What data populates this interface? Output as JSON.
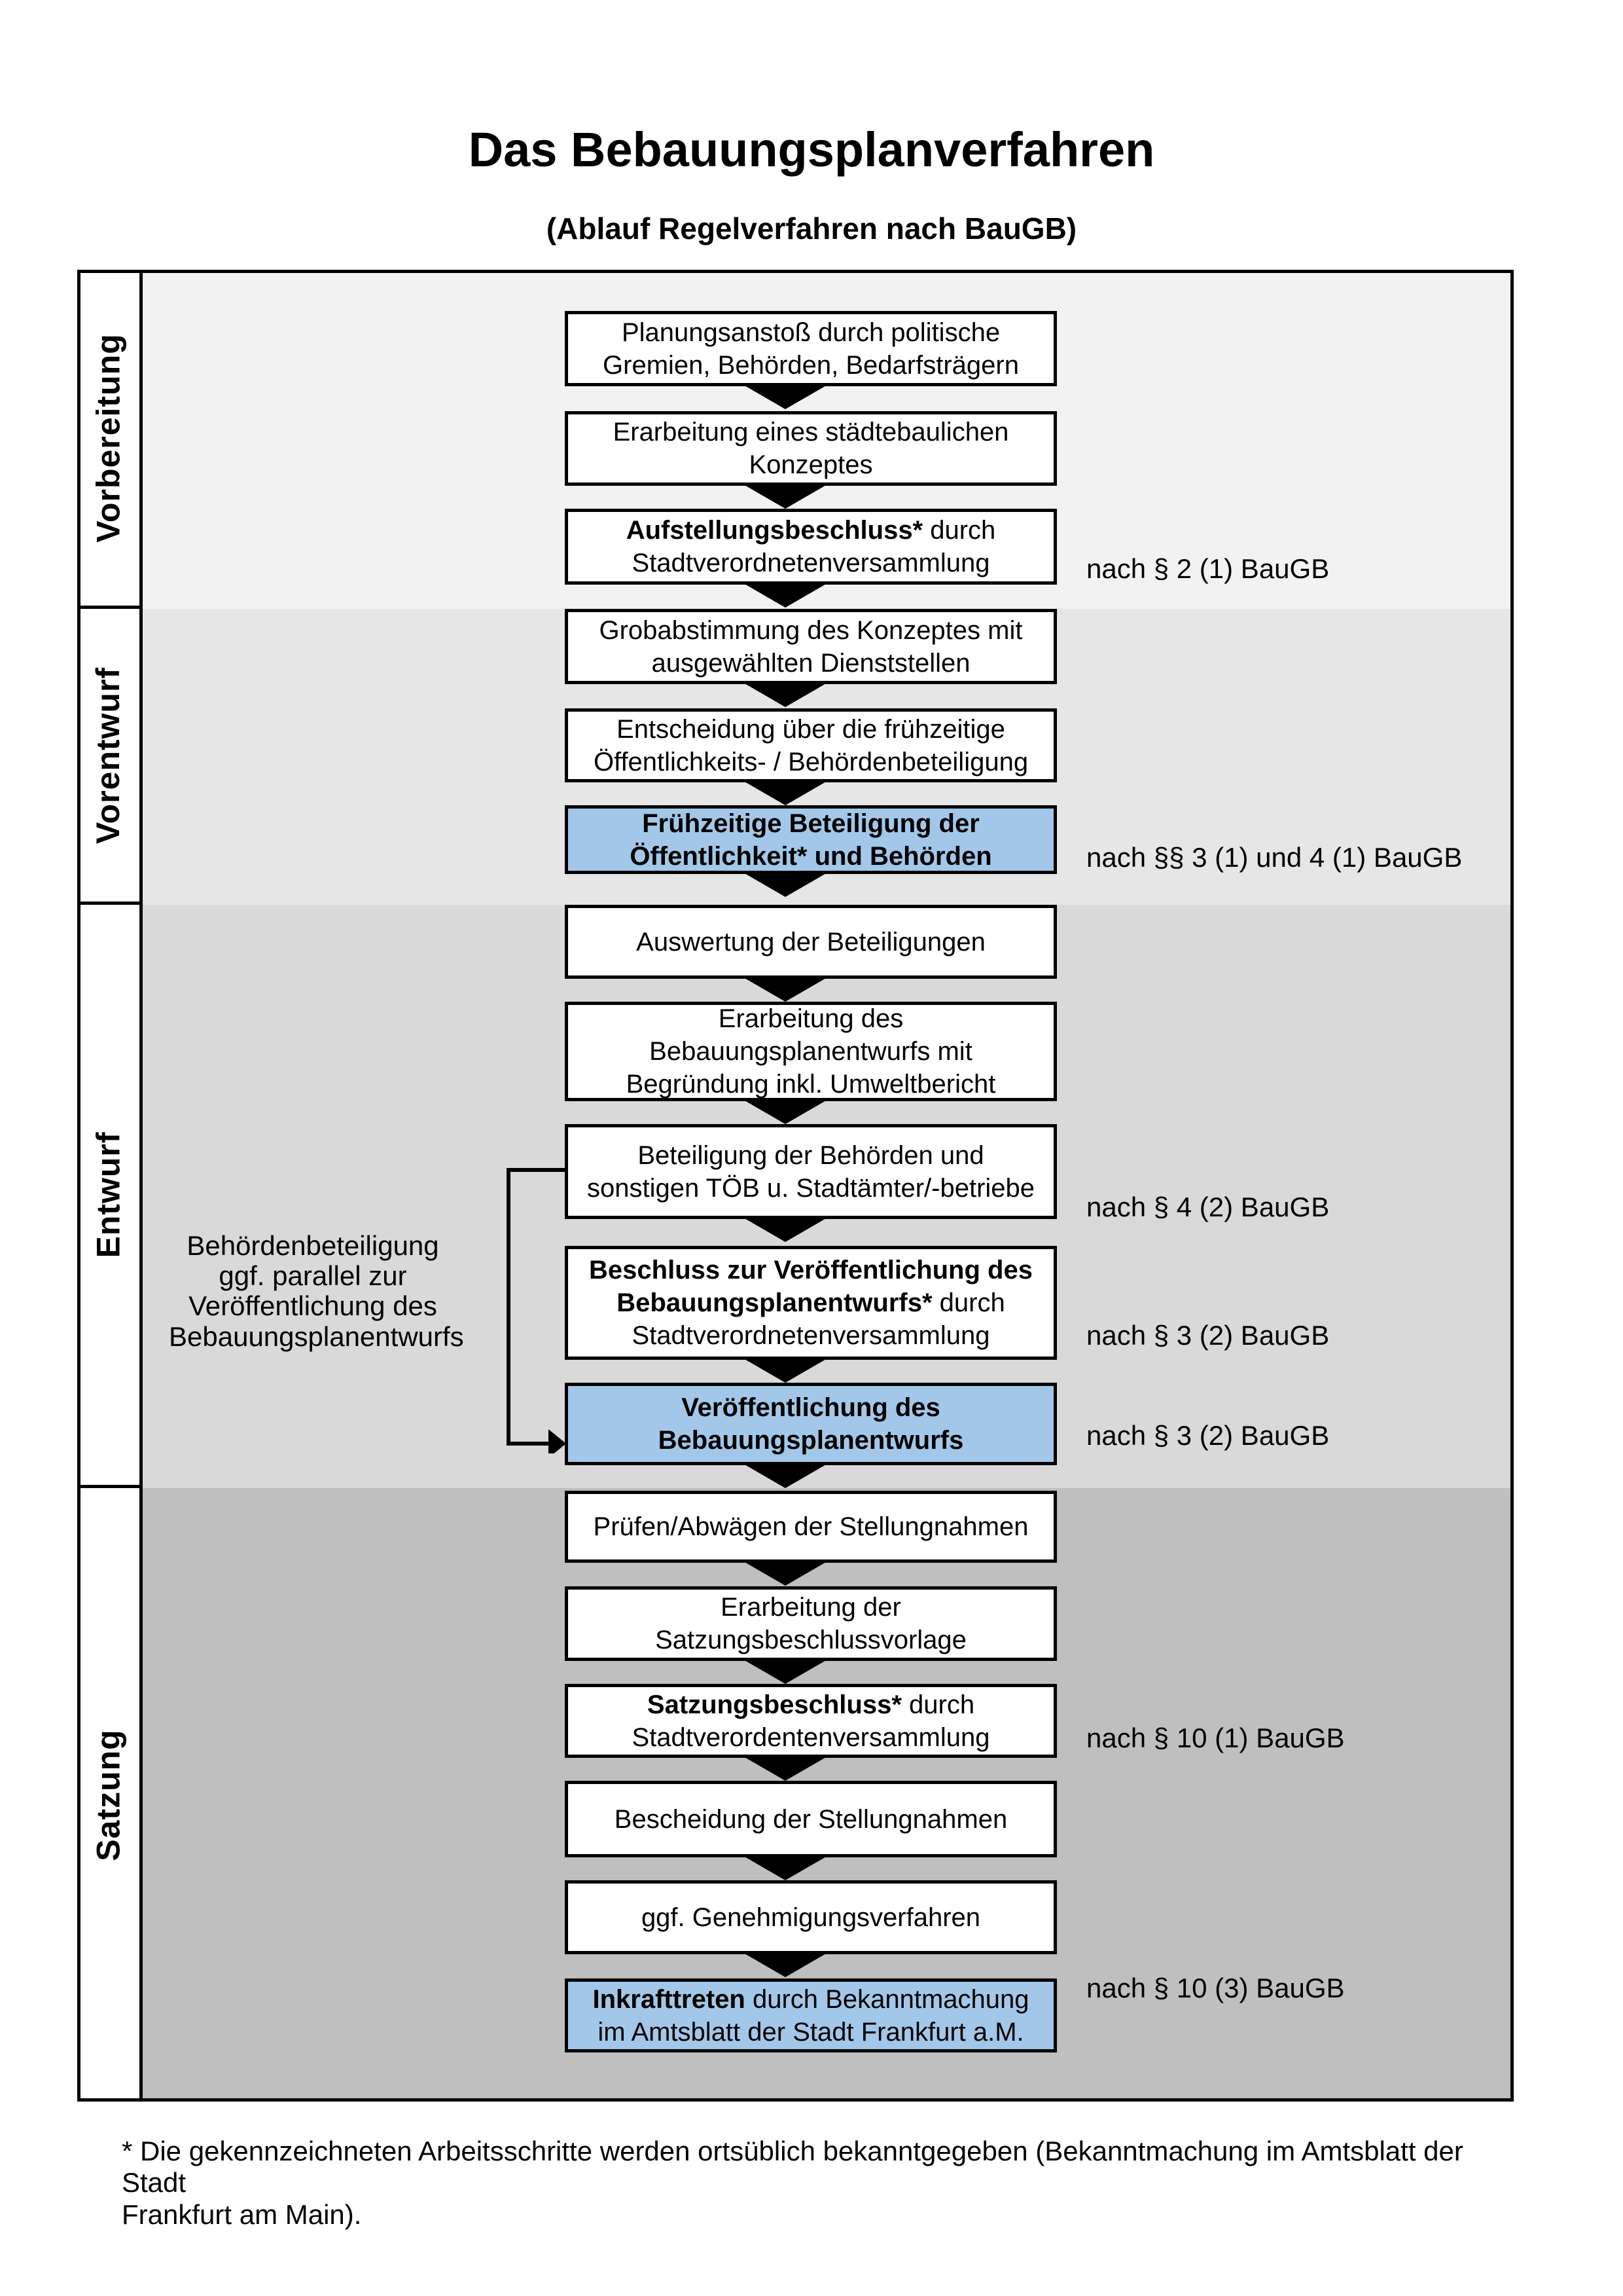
{
  "title": "Das Bebauungsplanverfahren",
  "subtitle": "(Ablauf Regelverfahren nach BauGB)",
  "sections": [
    {
      "label": "Vorbereitung"
    },
    {
      "label": "Vorentwurf"
    },
    {
      "label": "Entwurf"
    },
    {
      "label": "Satzung"
    }
  ],
  "boxes": [
    {
      "highlight": false,
      "lines": [
        [
          {
            "t": "Planungsanstoß durch politische",
            "b": false
          }
        ],
        [
          {
            "t": "Gremien, Behörden, Bedarfsträgern",
            "b": false
          }
        ]
      ]
    },
    {
      "highlight": false,
      "lines": [
        [
          {
            "t": "Erarbeitung eines städtebaulichen",
            "b": false
          }
        ],
        [
          {
            "t": "Konzeptes",
            "b": false
          }
        ]
      ]
    },
    {
      "highlight": false,
      "lines": [
        [
          {
            "t": "Aufstellungsbeschluss*",
            "b": true
          },
          {
            "t": " durch",
            "b": false
          }
        ],
        [
          {
            "t": "Stadtverordnetenversammlung",
            "b": false
          }
        ]
      ]
    },
    {
      "highlight": false,
      "lines": [
        [
          {
            "t": "Grobabstimmung des Konzeptes mit",
            "b": false
          }
        ],
        [
          {
            "t": "ausgewählten Dienststellen",
            "b": false
          }
        ]
      ]
    },
    {
      "highlight": false,
      "lines": [
        [
          {
            "t": "Entscheidung über die frühzeitige",
            "b": false
          }
        ],
        [
          {
            "t": "Öffentlichkeits- / Behördenbeteiligung",
            "b": false
          }
        ]
      ]
    },
    {
      "highlight": true,
      "lines": [
        [
          {
            "t": "Frühzeitige Beteiligung der",
            "b": true
          }
        ],
        [
          {
            "t": "Öffentlichkeit* und Behörden",
            "b": true
          }
        ]
      ]
    },
    {
      "highlight": false,
      "lines": [
        [
          {
            "t": "Auswertung der Beteiligungen",
            "b": false
          }
        ]
      ]
    },
    {
      "highlight": false,
      "lines": [
        [
          {
            "t": "Erarbeitung des",
            "b": false
          }
        ],
        [
          {
            "t": "Bebauungsplanentwurfs mit",
            "b": false
          }
        ],
        [
          {
            "t": "Begründung inkl. Umweltbericht",
            "b": false
          }
        ]
      ]
    },
    {
      "highlight": false,
      "lines": [
        [
          {
            "t": "Beteiligung der Behörden und",
            "b": false
          }
        ],
        [
          {
            "t": "sonstigen TÖB u. Stadtämter/-betriebe",
            "b": false
          }
        ]
      ]
    },
    {
      "highlight": false,
      "lines": [
        [
          {
            "t": "Beschluss zur Veröffentlichung des",
            "b": true
          }
        ],
        [
          {
            "t": "Bebauungsplanentwurfs*",
            "b": true
          },
          {
            "t": " durch",
            "b": false
          }
        ],
        [
          {
            "t": "Stadtverordnetenversammlung",
            "b": false
          }
        ]
      ]
    },
    {
      "highlight": true,
      "lines": [
        [
          {
            "t": "Veröffentlichung des",
            "b": true
          }
        ],
        [
          {
            "t": "Bebauungsplanentwurfs",
            "b": true
          }
        ]
      ]
    },
    {
      "highlight": false,
      "lines": [
        [
          {
            "t": "Prüfen/Abwägen der Stellungnahmen",
            "b": false
          }
        ]
      ]
    },
    {
      "highlight": false,
      "lines": [
        [
          {
            "t": "Erarbeitung der",
            "b": false
          }
        ],
        [
          {
            "t": "Satzungsbeschlussvorlage",
            "b": false
          }
        ]
      ]
    },
    {
      "highlight": false,
      "lines": [
        [
          {
            "t": "Satzungsbeschluss*",
            "b": true
          },
          {
            "t": " durch",
            "b": false
          }
        ],
        [
          {
            "t": "Stadtverordentenversammlung",
            "b": false
          }
        ]
      ]
    },
    {
      "highlight": false,
      "lines": [
        [
          {
            "t": "Bescheidung der Stellungnahmen",
            "b": false
          }
        ]
      ]
    },
    {
      "highlight": false,
      "lines": [
        [
          {
            "t": "ggf. Genehmigungsverfahren",
            "b": false
          }
        ]
      ]
    },
    {
      "highlight": true,
      "lines": [
        [
          {
            "t": "Inkrafttreten",
            "b": true
          },
          {
            "t": " durch Bekanntmachung",
            "b": false
          }
        ],
        [
          {
            "t": "im Amtsblatt der Stadt Frankfurt a.M.",
            "b": false
          }
        ]
      ]
    }
  ],
  "annotations": [
    "nach § 2 (1) BauGB",
    "nach §§ 3 (1) und 4 (1) BauGB",
    "nach § 4 (2) BauGB",
    "nach § 3 (2) BauGB",
    "nach § 3 (2) BauGB",
    "nach § 10 (1) BauGB",
    "nach § 10 (3) BauGB"
  ],
  "side_note": "Behördenbeteiligung\nggf. parallel zur\nVeröffentlichung des\nBebauungsplanentwurfs",
  "footnote": "* Die gekennzeichneten Arbeitsschritte werden ortsüblich bekanntgegeben (Bekanntmachung im Amtsblatt  der Stadt\nFrankfurt am Main).",
  "colors": {
    "highlight_blue": "#a3c7e8",
    "band_grays": [
      "#f2f2f2",
      "#e6e6e6",
      "#d9d9d9",
      "#bfbfbf"
    ],
    "line_black": "#000000"
  }
}
